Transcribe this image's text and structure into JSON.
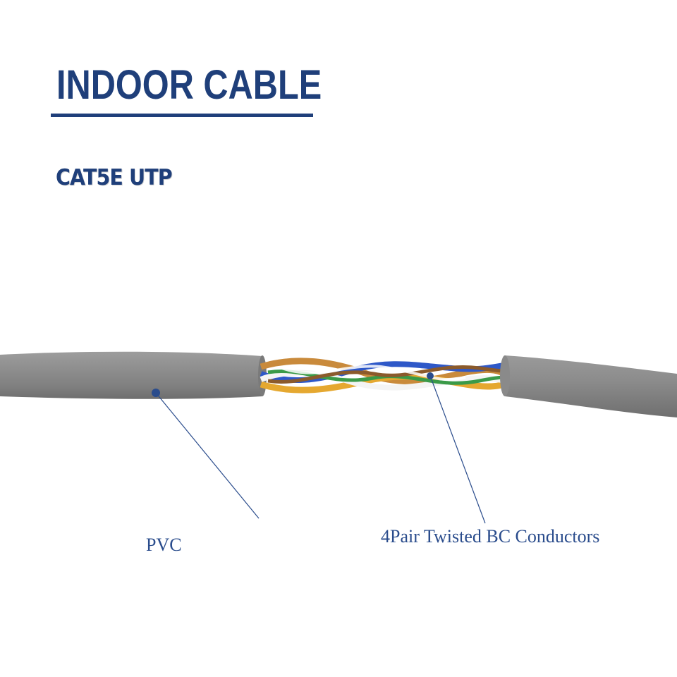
{
  "title": "INDOOR CABLE",
  "subtitle": "CAT5E UTP",
  "labels": {
    "jacket": "PVC",
    "conductors": "4Pair Twisted BC Conductors"
  },
  "colors": {
    "brand_blue": "#1f3f7a",
    "jacket_gray": "#8e8e8e",
    "callout": "#2a4c8c"
  }
}
